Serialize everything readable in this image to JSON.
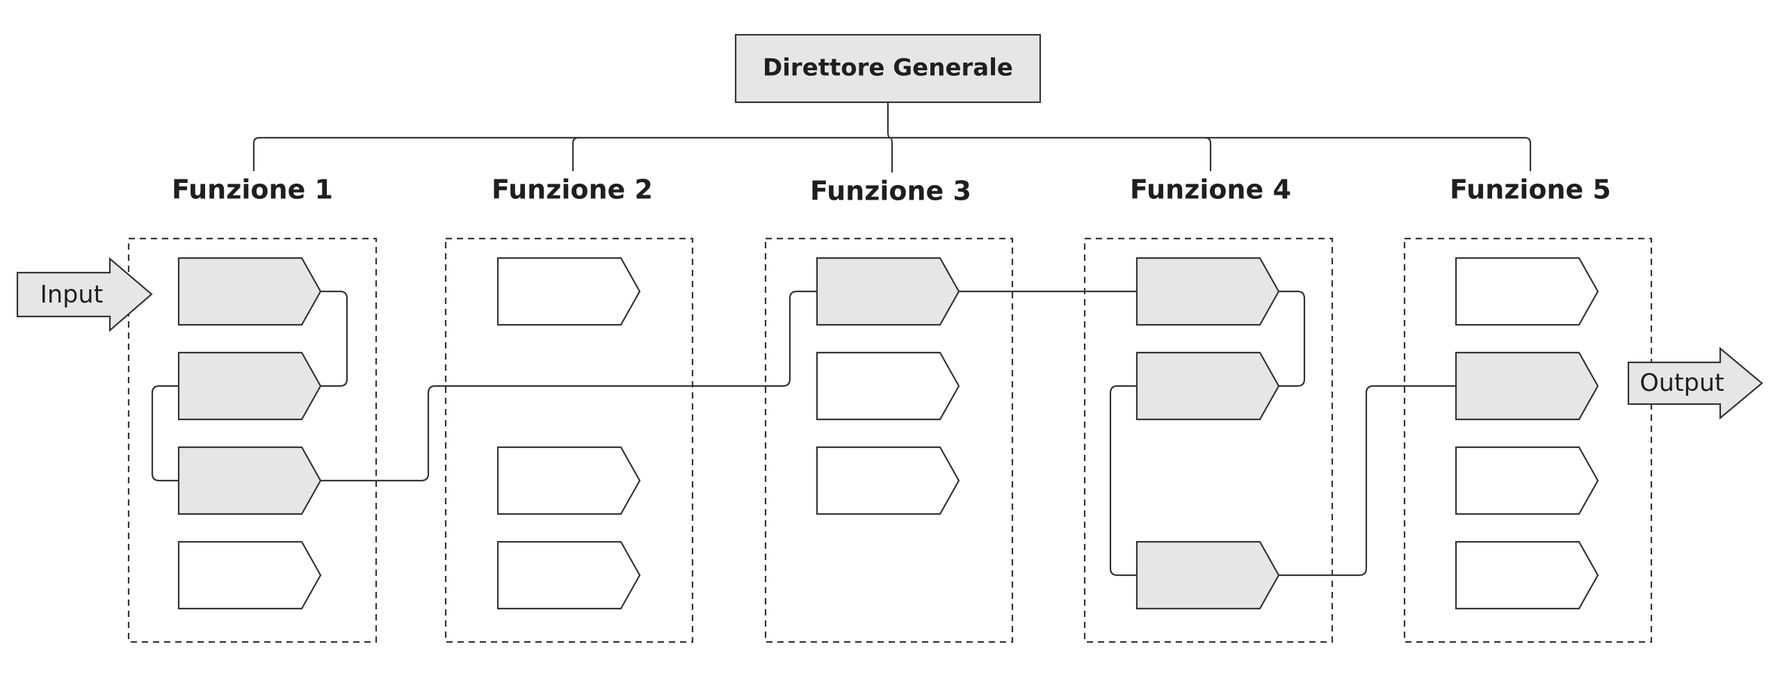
{
  "colors": {
    "stroke": "#333333",
    "filled": "#e6e6e6",
    "empty": "#ffffff",
    "text": "#1f1f1f"
  },
  "director": {
    "label": "Direttore Generale"
  },
  "functions": [
    {
      "label": "Funzione 1",
      "steps": [
        {
          "filled": true
        },
        {
          "filled": true
        },
        {
          "filled": true
        },
        {
          "filled": false
        }
      ]
    },
    {
      "label": "Funzione 2",
      "steps": [
        {
          "filled": false
        },
        null,
        {
          "filled": false
        },
        {
          "filled": false
        }
      ]
    },
    {
      "label": "Funzione 3",
      "steps": [
        {
          "filled": true
        },
        {
          "filled": false
        },
        {
          "filled": false
        },
        null
      ]
    },
    {
      "label": "Funzione 4",
      "steps": [
        {
          "filled": true
        },
        {
          "filled": true
        },
        null,
        {
          "filled": true
        }
      ]
    },
    {
      "label": "Funzione 5",
      "steps": [
        {
          "filled": false
        },
        {
          "filled": true
        },
        {
          "filled": false
        },
        {
          "filled": false
        }
      ]
    }
  ],
  "input": {
    "label": "Input"
  },
  "output": {
    "label": "Output"
  }
}
